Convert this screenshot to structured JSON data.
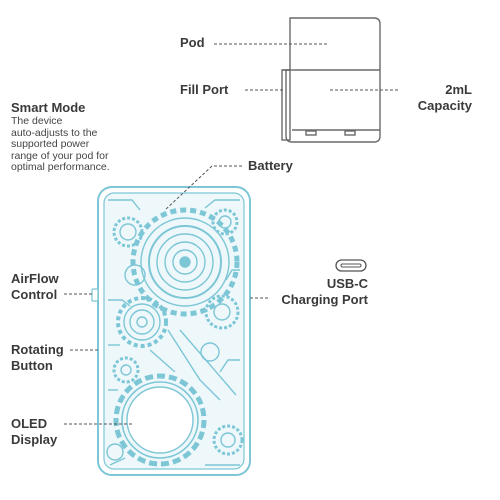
{
  "labels": {
    "pod": "Pod",
    "fill_port": "Fill Port",
    "capacity_line1": "2mL",
    "capacity_line2": "Capacity",
    "smart_mode_title": "Smart Mode",
    "smart_mode_desc": [
      "The device",
      "auto-adjusts to the",
      "supported power",
      "range of your pod for",
      "optimal performance."
    ],
    "battery": "Battery",
    "airflow_line1": "AirFlow",
    "airflow_line2": "Control",
    "usbc_line1": "USB-C",
    "usbc_line2": "Charging Port",
    "rotating_line1": "Rotating",
    "rotating_line2": "Button",
    "oled_line1": "OLED",
    "oled_line2": "Display"
  },
  "colors": {
    "device_outline": "#7cc6d6",
    "device_fill": "#dff3f7",
    "pod_outline": "#666666",
    "leader_line": "#555555",
    "text": "#3a3a3a"
  },
  "icons": {
    "usb_port": "usb-c-port-icon"
  }
}
